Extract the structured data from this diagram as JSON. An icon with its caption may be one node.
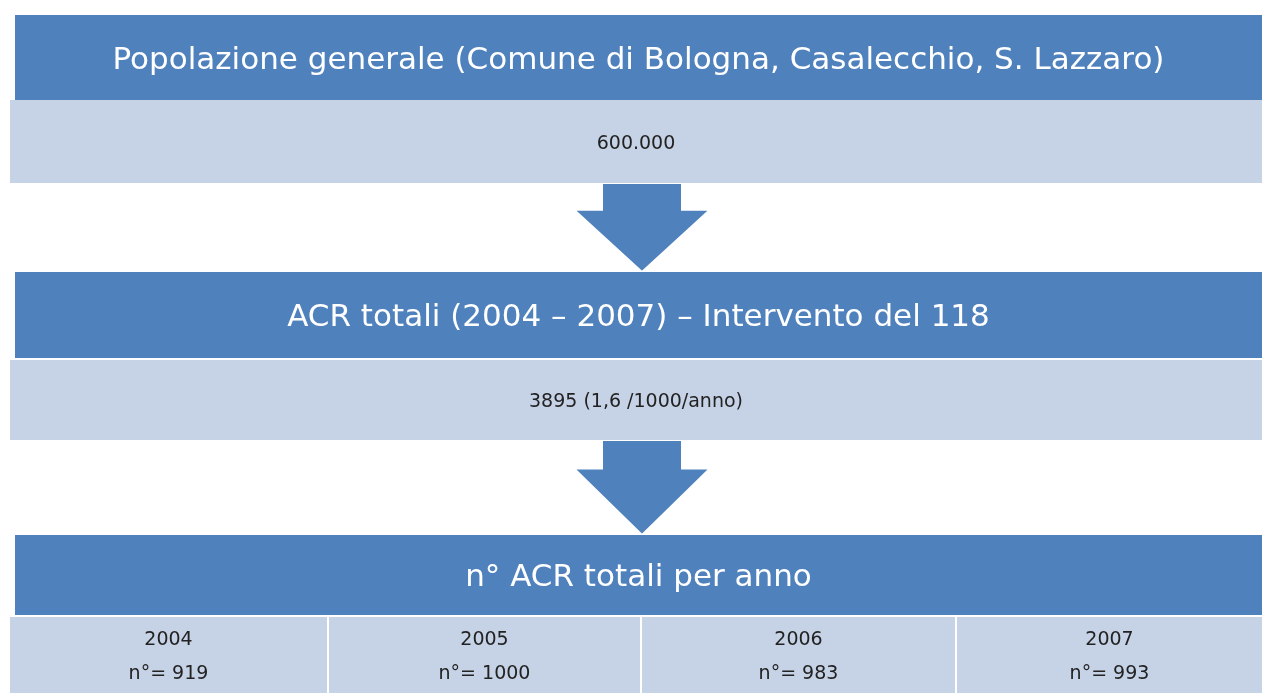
{
  "diagram": {
    "nodes": [
      {
        "text": [
          "Popolazione generale (Comune di Bologna, Casalecchio, S. Lazzaro)"
        ]
      },
      {
        "text": [
          "600.000"
        ]
      },
      {
        "text": [
          "ACR totali (2004 – 2007) – Intervento del 118"
        ]
      },
      {
        "text": [
          "3895 (1,6 /1000/anno)"
        ]
      },
      {
        "text": [
          "n° ACR totali per anno"
        ]
      },
      {
        "text": [
          "2004",
          "n°= 919"
        ]
      },
      {
        "text": [
          "2005",
          "n°= 1000"
        ]
      },
      {
        "text": [
          "2006",
          "n°= 983"
        ]
      },
      {
        "text": [
          "2007",
          "n°= 993"
        ]
      }
    ],
    "edges": [
      {
        "from": 1,
        "to": 2,
        "arrow": "to"
      },
      {
        "from": 3,
        "to": 4,
        "arrow": "to"
      }
    ]
  }
}
